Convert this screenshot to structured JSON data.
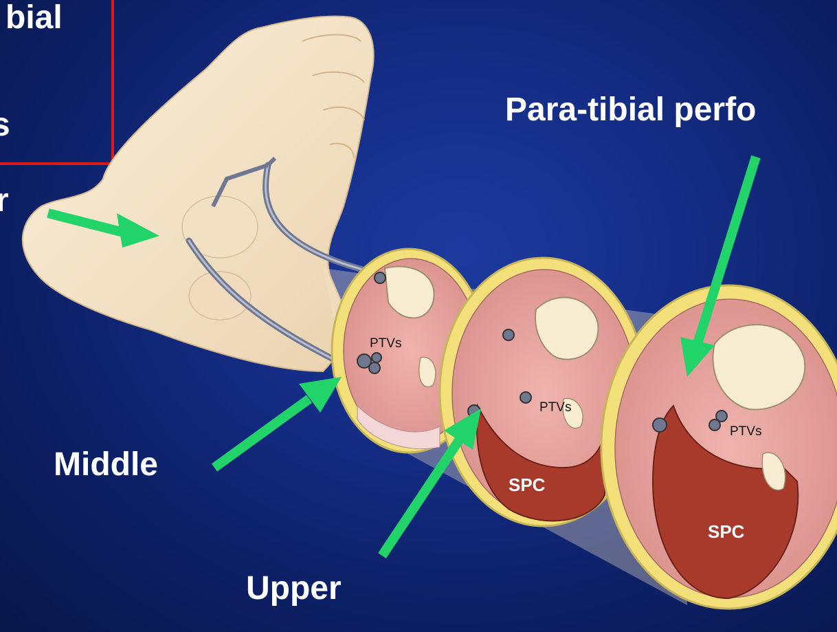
{
  "labels": {
    "top_left_fragment": "bial",
    "left_fragment_s": "s",
    "left_fragment_r": "r",
    "para_tibial": "Para-tibial perfo",
    "middle": "Middle",
    "upper": "Upper"
  },
  "inset_labels": {
    "ptvs_1": "PTVs",
    "ptvs_2": "PTVs",
    "ptvs_3": "PTVs",
    "spc_1": "SPC",
    "spc_2": "SPC"
  },
  "colors": {
    "background": "#142d86",
    "arrow": "#22d36a",
    "box": "#e01818",
    "skin": "#f6e6cc",
    "muscle": "#e8a3a0",
    "spc": "#a83a2c",
    "fat_ring": "#f3e07a",
    "vein": "#6f7890"
  }
}
